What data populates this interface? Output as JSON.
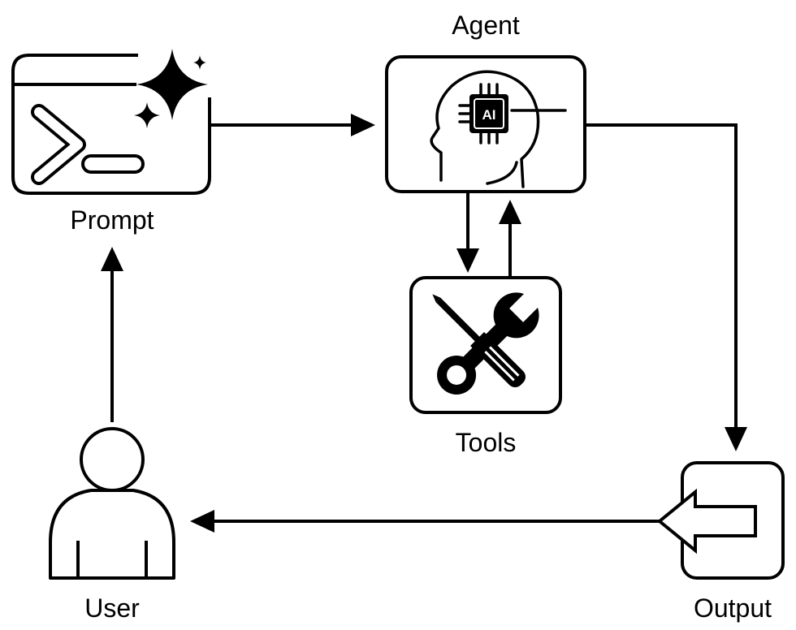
{
  "nodes": {
    "prompt": {
      "label": "Prompt",
      "icon": "terminal-sparkle-icon"
    },
    "agent": {
      "label": "Agent",
      "icon": "ai-head-icon",
      "chip_text": "AI"
    },
    "tools": {
      "label": "Tools",
      "icon": "wrench-screwdriver-icon"
    },
    "output": {
      "label": "Output",
      "icon": "output-arrow-icon"
    },
    "user": {
      "label": "User",
      "icon": "user-icon"
    }
  },
  "edges": [
    {
      "from": "prompt",
      "to": "agent"
    },
    {
      "from": "agent",
      "to": "tools"
    },
    {
      "from": "tools",
      "to": "agent"
    },
    {
      "from": "agent",
      "to": "output"
    },
    {
      "from": "output",
      "to": "user"
    },
    {
      "from": "user",
      "to": "prompt"
    }
  ],
  "colors": {
    "stroke": "#000000",
    "fill": "#ffffff"
  }
}
